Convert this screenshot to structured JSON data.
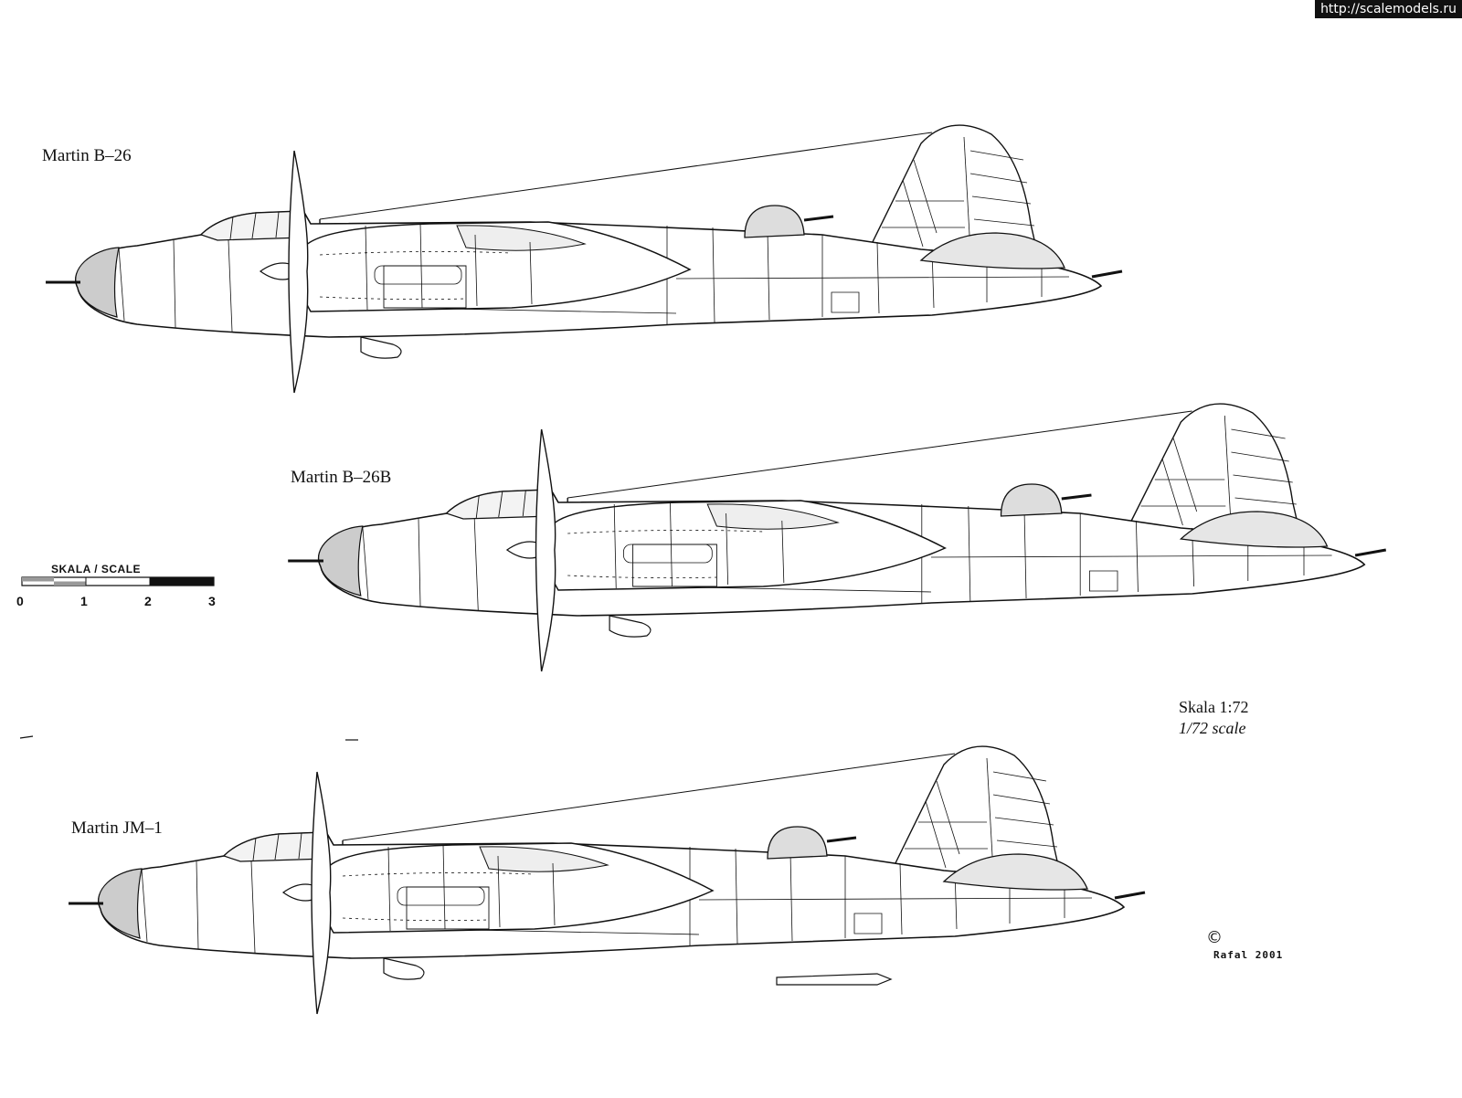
{
  "source_banner": "http://scalemodels.ru",
  "aircraft": [
    {
      "name": "Martin B–26"
    },
    {
      "name": "Martin B–26B"
    },
    {
      "name": "Martin JM–1"
    }
  ],
  "scale_bar": {
    "title": "SKALA / SCALE",
    "ticks": [
      "0",
      "1",
      "2",
      "3"
    ]
  },
  "scale_note": {
    "polish": "Skala 1:72",
    "english": "1/72 scale"
  },
  "copyright_symbol": "©",
  "signature": "Rafal 2001"
}
